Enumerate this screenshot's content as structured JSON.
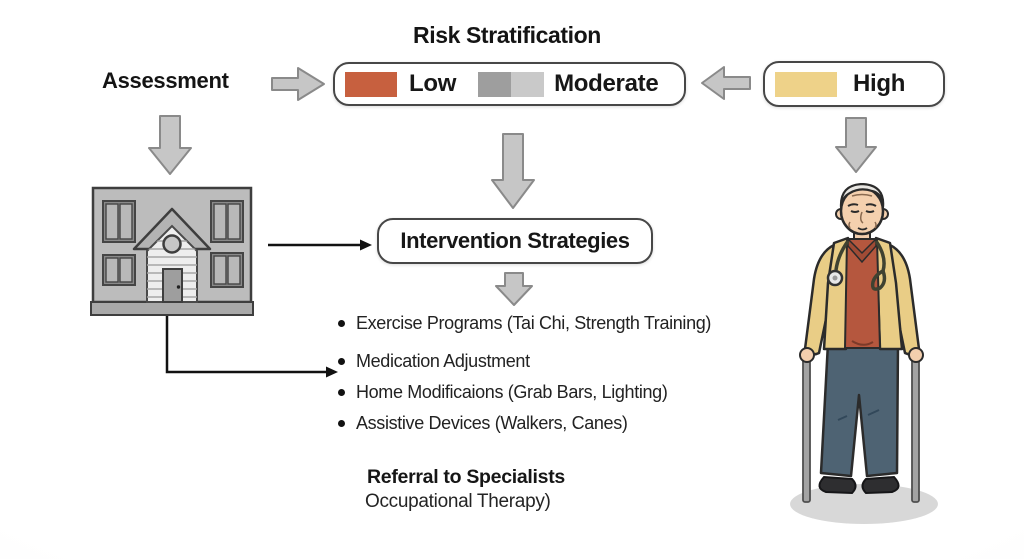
{
  "title": "Risk Stratification",
  "assessment": {
    "label": "Assessment"
  },
  "risk_box": {
    "low_label": "Low",
    "low_color": "#c7603f",
    "moderate_label": "Moderate",
    "moderate_color_dark": "#9e9e9e",
    "moderate_color_light": "#c9c9c9"
  },
  "high_box": {
    "label": "High",
    "color": "#eed289"
  },
  "intervention_box": {
    "label": "Intervention Strategies"
  },
  "interventions": [
    "Exercise Programs (Tai Chi, Strength Training)",
    "Medication Adjustment",
    "Home Modificaions (Grab Bars, Lighting)",
    "Assistive Devices (Walkers, Canes)"
  ],
  "referral": {
    "title": "Referral to Specialists",
    "subtitle": "Occupational Therapy)"
  },
  "illustrations": {
    "house": "two-story-house",
    "patient": "elderly-man-with-two-canes-and-stethoscope"
  }
}
